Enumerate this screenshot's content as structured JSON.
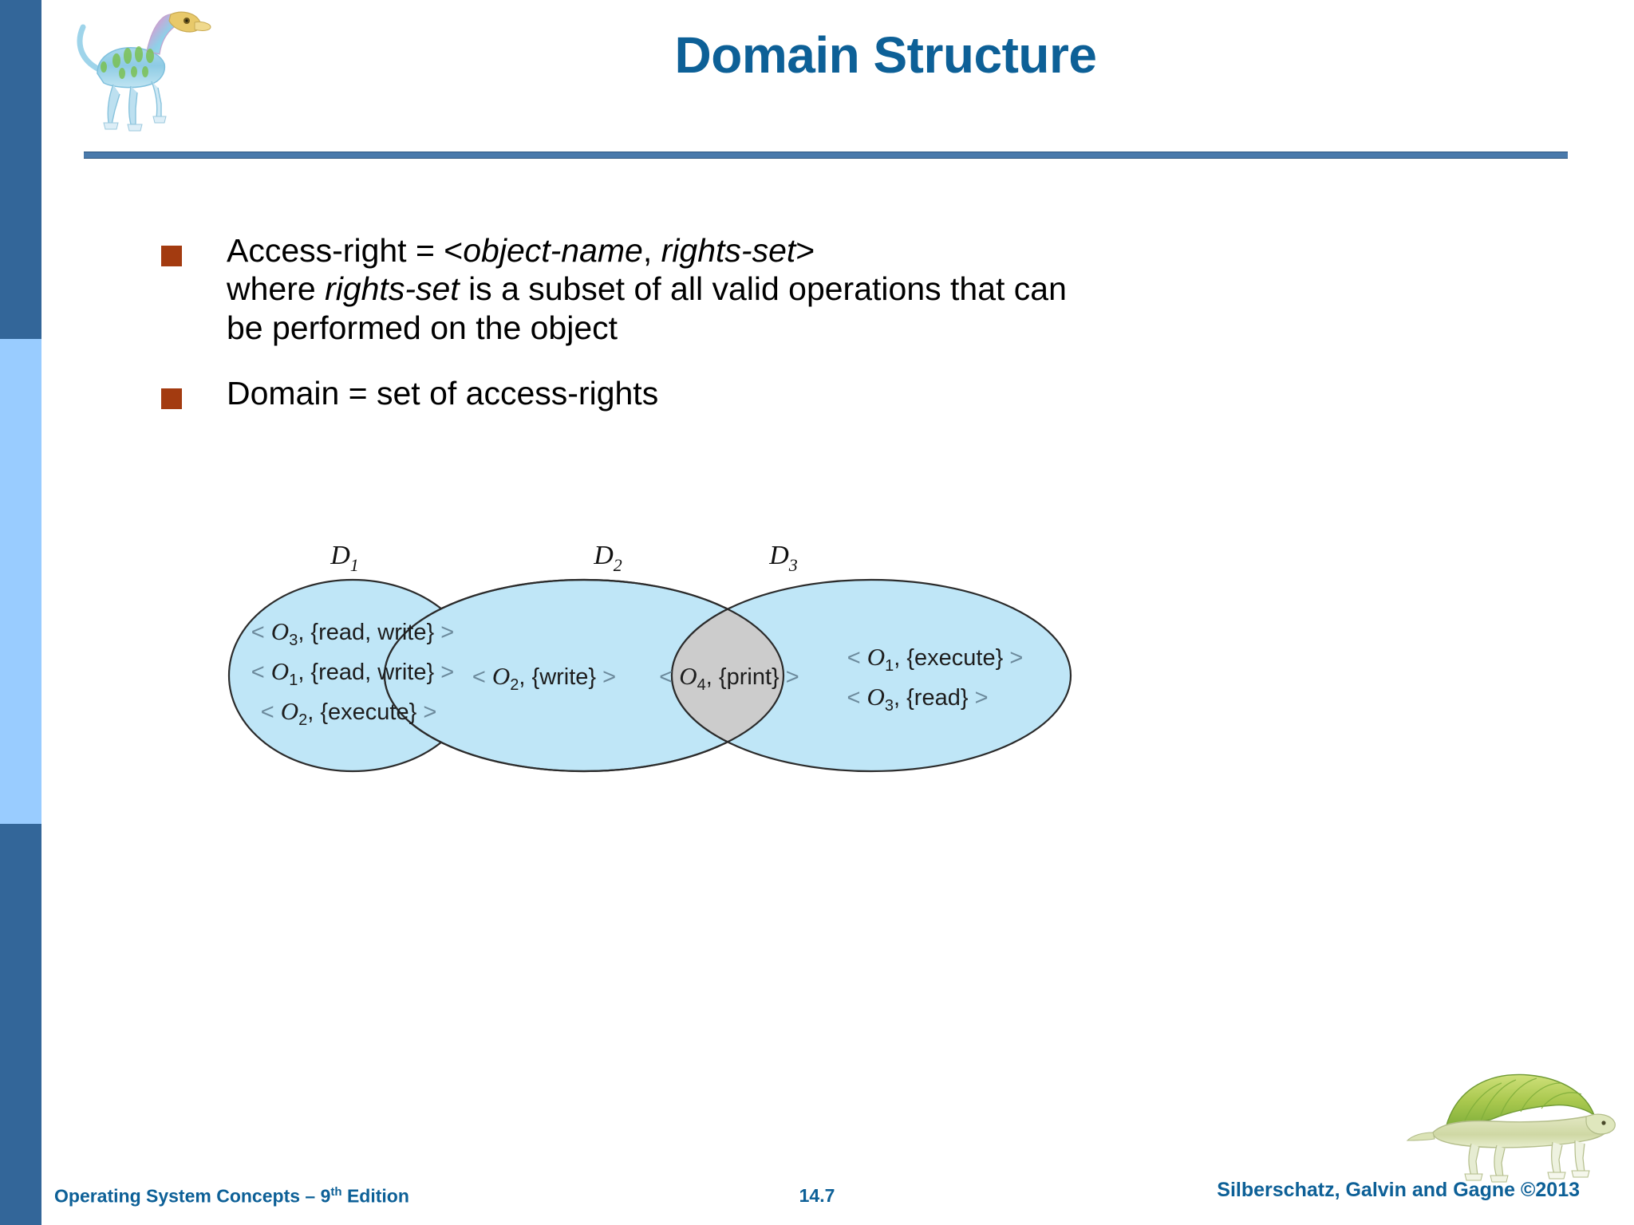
{
  "slide": {
    "title": "Domain Structure",
    "accent_color": "#0d6097",
    "bullet_color": "#a33b10",
    "sidebar_dark": "#336699",
    "sidebar_light": "#99ccff"
  },
  "bullets": [
    {
      "segments": [
        {
          "text": "Access-right = <",
          "italic": false
        },
        {
          "text": "object-name",
          "italic": true
        },
        {
          "text": ", ",
          "italic": false
        },
        {
          "text": "rights-set",
          "italic": true
        },
        {
          "text": ">",
          "italic": false
        },
        {
          "text": "\nwhere ",
          "italic": false
        },
        {
          "text": "rights-set",
          "italic": true
        },
        {
          "text": " is a subset of all valid operations that can be performed on the object",
          "italic": false
        }
      ],
      "plain": "Access-right = <object-name, rights-set> where rights-set is a subset of all valid operations that can be performed on the object"
    },
    {
      "segments": [
        {
          "text": "Domain = set of access-rights",
          "italic": false
        }
      ],
      "plain": "Domain = set of access-rights"
    }
  ],
  "bullet_1_line_1_a": "Access-right = <",
  "bullet_1_line_1_b": "object-name",
  "bullet_1_line_1_c": ", ",
  "bullet_1_line_1_d": "rights-set",
  "bullet_1_line_1_e": ">",
  "bullet_1_line_2_a": "where ",
  "bullet_1_line_2_b": "rights-set",
  "bullet_1_line_2_c": " is a subset of all valid operations that can",
  "bullet_1_line_3": "be performed on the object",
  "bullet_2_text": "Domain = set of access-rights",
  "figure": {
    "type": "venn",
    "fill_domain": "#bfe6f7",
    "fill_overlap": "#cccccc",
    "stroke": "#2b2b2b",
    "domains": [
      {
        "id": "D1",
        "label": "D",
        "subscript": "1",
        "entries": [
          {
            "prefix": "<",
            "object": "O",
            "object_sub": "3",
            "rights": ", {read, write}",
            "suffix": ">"
          },
          {
            "prefix": "<",
            "object": "O",
            "object_sub": "1",
            "rights": ", {read, write}",
            "suffix": ">"
          },
          {
            "prefix": "<",
            "object": "O",
            "object_sub": "2",
            "rights": ", {execute}",
            "suffix": ">"
          }
        ]
      },
      {
        "id": "D2",
        "label": "D",
        "subscript": "2",
        "entries": [
          {
            "prefix": "<",
            "object": "O",
            "object_sub": "2",
            "rights": ", {write}",
            "suffix": ">"
          }
        ]
      },
      {
        "id": "D2D3-overlap",
        "label": "",
        "subscript": "",
        "entries": [
          {
            "prefix": "<",
            "object": "O",
            "object_sub": "4",
            "rights": ", {print}",
            "suffix": ">"
          }
        ]
      },
      {
        "id": "D3",
        "label": "D",
        "subscript": "3",
        "entries": [
          {
            "prefix": "<",
            "object": "O",
            "object_sub": "1",
            "rights": ", {execute}",
            "suffix": ">"
          },
          {
            "prefix": "<",
            "object": "O",
            "object_sub": "3",
            "rights": ", {read}",
            "suffix": ">"
          }
        ]
      }
    ]
  },
  "footer": {
    "left": "Operating System Concepts – 9",
    "left_sup": "th",
    "left_tail": " Edition",
    "page_number": "14.7",
    "right": "Silberschatz, Galvin and Gagne ©2013",
    "color": "#0d6097"
  }
}
